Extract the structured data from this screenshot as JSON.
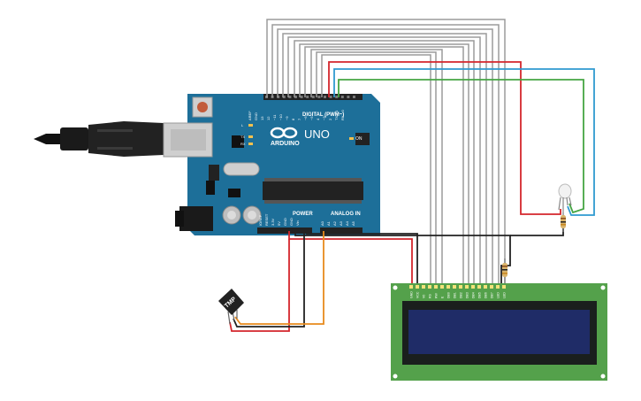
{
  "arduino": {
    "brand": "ARDUINO",
    "model": "UNO",
    "digital_label": "DIGITAL (PWM~)",
    "power_label": "POWER",
    "analog_label": "ANALOG IN",
    "on_label": "ON",
    "led_labels": {
      "l": "L",
      "tx": "TX",
      "rx": "RX"
    },
    "top_pins": [
      "AREF",
      "GND",
      "13",
      "12",
      "~11",
      "~10",
      "~9",
      "8",
      "7",
      "~6",
      "~5",
      "4",
      "~3",
      "2",
      "TX→1",
      "RX←0"
    ],
    "power_pins": [
      "IOREF",
      "RESET",
      "3.3V",
      "5V",
      "GND",
      "GND",
      "Vin"
    ],
    "analog_pins": [
      "A0",
      "A1",
      "A2",
      "A3",
      "A4",
      "A5"
    ]
  },
  "sensor": {
    "label": "TMP"
  },
  "lcd": {
    "pins": [
      "GND",
      "VCC",
      "V0",
      "RS",
      "RW",
      "E",
      "DB0",
      "DB1",
      "DB2",
      "DB3",
      "DB4",
      "DB5",
      "DB6",
      "DB7",
      "LED",
      "LED"
    ]
  },
  "colors": {
    "board": "#1d6f99",
    "lcd_pcb": "#54a14b",
    "lcd_screen": "#1f2c67",
    "wire_gray": "#9b9b9b",
    "wire_red": "#d4262c",
    "wire_blue": "#2f9ad0",
    "wire_green": "#45a543",
    "wire_black": "#222222",
    "wire_orange": "#e88a1c"
  }
}
